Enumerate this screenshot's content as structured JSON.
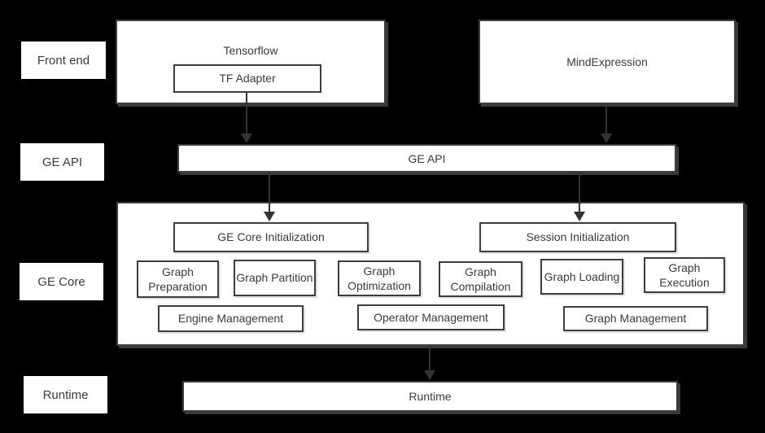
{
  "diagram": {
    "title_semantic": "GE architecture diagram",
    "side_labels": [
      {
        "label": "Front end"
      },
      {
        "label": "GE API"
      },
      {
        "label": "GE Core"
      },
      {
        "label": "Runtime"
      }
    ],
    "front_end": {
      "tensorflow_label": "Tensorflow",
      "tf_adapter_label": "TF Adapter",
      "mindexpression_label": "MindExpression"
    },
    "ge_api": {
      "label": "GE API"
    },
    "ge_core": {
      "ge_core_init_label": "GE Core Initialization",
      "session_init_label": "Session Initialization",
      "function_boxes": [
        {
          "label": "Graph Preparation"
        },
        {
          "label": "Graph Partition"
        },
        {
          "label": "Graph Optimization"
        },
        {
          "label": "Graph Compilation"
        },
        {
          "label": "Graph Loading"
        },
        {
          "label": "Graph Execution"
        }
      ],
      "management_boxes": [
        {
          "label": "Engine Management"
        },
        {
          "label": "Operator Management"
        },
        {
          "label": "Graph Management"
        }
      ]
    },
    "runtime": {
      "label": "Runtime"
    },
    "arrows": [
      {
        "name": "tf-adapter-to-ge-api"
      },
      {
        "name": "mindexpression-to-ge-api"
      },
      {
        "name": "ge-api-to-ge-core-init"
      },
      {
        "name": "ge-api-to-session-init"
      },
      {
        "name": "ge-core-to-runtime"
      }
    ]
  },
  "colors": {
    "background": "#000000",
    "box_fill": "#ffffff",
    "box_border": "#3d3d3d",
    "text": "#3b3b3b",
    "arrow": "#333333"
  }
}
